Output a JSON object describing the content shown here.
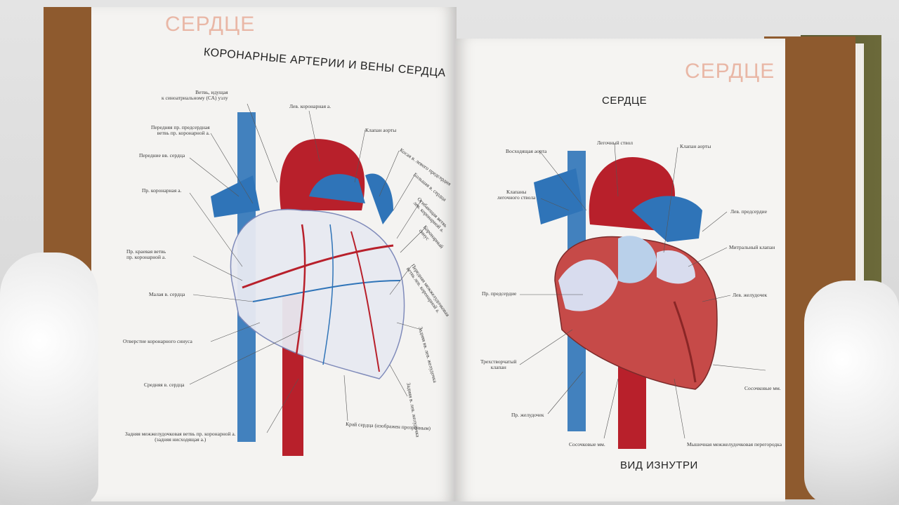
{
  "left_page": {
    "section_title": "СЕРДЦЕ",
    "heading": "КОРОНАРНЫЕ АРТЕРИИ И ВЕНЫ СЕРДЦА",
    "labels": {
      "l1": "Ветвь, идущая\nк синоатриальному (СА) узлу",
      "l2": "Лев. коронарная а.",
      "l3": "Передняя пр. предсердная\nветвь пр. коронарной а.",
      "l4": "Клапан аорты",
      "l5": "Передние вв. сердца",
      "l6": "Косая в. левого предсердия",
      "l7": "Большая в. сердца",
      "l8": "Пр. коронарная а.",
      "l9": "Огибающая ветвь\nлев. коронарной а.",
      "l10": "Коронарный\nсинус",
      "l11": "Пр. краевая ветвь\nпр. коронарной а.",
      "l12": "Передняя межжелудочковая\nветвь лев. коронарной а.",
      "l13": "Малая в. сердца",
      "l14": "Отверстие коронарного синуса",
      "l15": "Задняя вв. лев. желудочка",
      "l16": "Средняя в. сердца",
      "l17": "Задняя в. лев. желудочка",
      "l18": "Задняя межжелудочковая ветвь пр. коронарной а.\n(задняя нисходящая а.)",
      "l19": "Край сердца (изображен прозрачным)"
    }
  },
  "right_page": {
    "section_title": "СЕРДЦЕ",
    "heading": "СЕРДЦЕ",
    "footer_heading": "ВИД ИЗНУТРИ",
    "labels": {
      "r1": "Восходящая аорта",
      "r2": "Легочный ствол",
      "r3": "Клапан аорты",
      "r4": "Клапаны\nлегочного ствола",
      "r5": "Лев. предсердие",
      "r6": "Митральный клапан",
      "r7": "Пр. предсердие",
      "r8": "Лев. желудочек",
      "r9": "Трехстворчатый\nклапан",
      "r10": "Сосочковые мм.",
      "r11": "Пр. желудочек",
      "r12": "Сосочковые мм.",
      "r13": "Мышечная межжелудочковая перегородка"
    }
  },
  "colors": {
    "section_title": "#e9b7a6",
    "artery_red": "#b8202b",
    "vein_blue": "#2f74b8",
    "page_band_brown": "#8e5a2e"
  }
}
